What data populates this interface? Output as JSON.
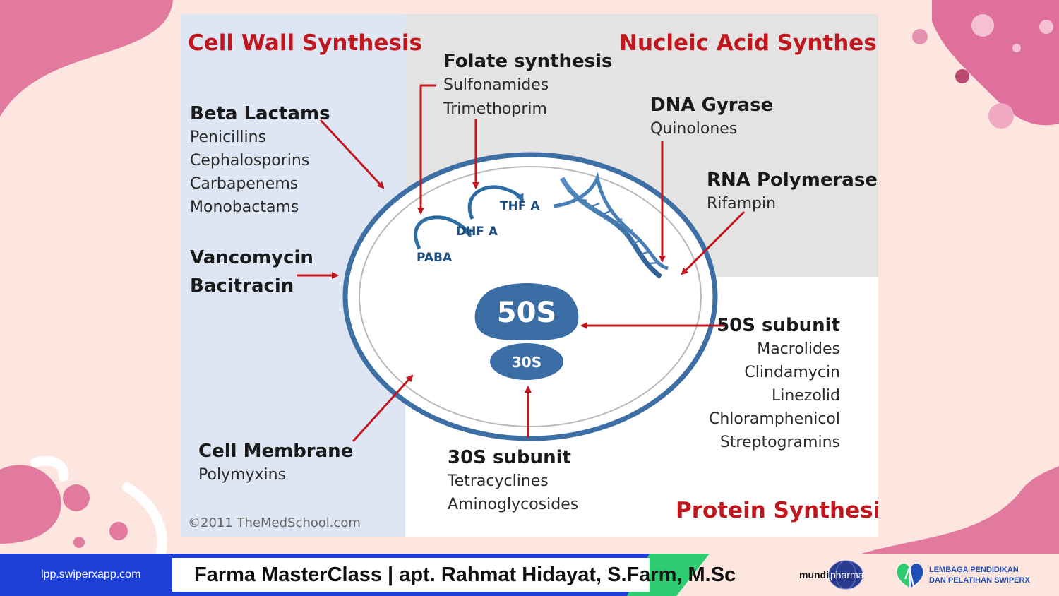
{
  "diagram": {
    "headings": {
      "cell_wall": "Cell Wall Synthesis",
      "nucleic_acid": "Nucleic Acid Synthesis",
      "protein": "Protein Synthesis"
    },
    "beta_lactams": {
      "title": "Beta Lactams",
      "drugs": [
        "Penicillins",
        "Cephalosporins",
        "Carbapenems",
        "Monobactams"
      ]
    },
    "vancomycin": {
      "lines": [
        "Vancomycin",
        "Bacitracin"
      ]
    },
    "cell_membrane": {
      "title": "Cell Membrane",
      "drugs": [
        "Polymyxins"
      ]
    },
    "folate": {
      "title": "Folate synthesis",
      "drugs": [
        "Sulfonamides",
        "Trimethoprim"
      ]
    },
    "dna_gyrase": {
      "title": "DNA Gyrase",
      "drugs": [
        "Quinolones"
      ]
    },
    "rna_polymerase": {
      "title": "RNA Polymerase",
      "drugs": [
        "Rifampin"
      ]
    },
    "subunit_50s": {
      "title": "50S subunit",
      "drugs": [
        "Macrolides",
        "Clindamycin",
        "Linezolid",
        "Chloramphenicol",
        "Streptogramins"
      ]
    },
    "subunit_30s": {
      "title": "30S subunit",
      "drugs": [
        "Tetracyclines",
        "Aminoglycosides"
      ]
    },
    "metabolites": {
      "paba": "PABA",
      "dhf": "DHF A",
      "thf": "THF A"
    },
    "ribosome": {
      "large": "50S",
      "small": "30S"
    },
    "copyright": "©2011 TheMedSchool.com",
    "colors": {
      "arrow": "#c0171e",
      "cell_ring": "#3d6fa5",
      "ribosome": "#3c6ea6"
    }
  },
  "footer": {
    "url": "lpp.swiperxapp.com",
    "title": "Farma MasterClass | apt. Rahmat Hidayat, S.Farm, M.Sc",
    "logo_mundi": {
      "part1": "mundi",
      "part2": "pharma"
    },
    "logo_lembaga": {
      "line1": "LEMBAGA PENDIDIKAN",
      "line2": "DAN PELATIHAN SWIPERX"
    },
    "colors": {
      "bar_blue": "#1e3fd6",
      "bar_green": "#2ecc71"
    }
  }
}
